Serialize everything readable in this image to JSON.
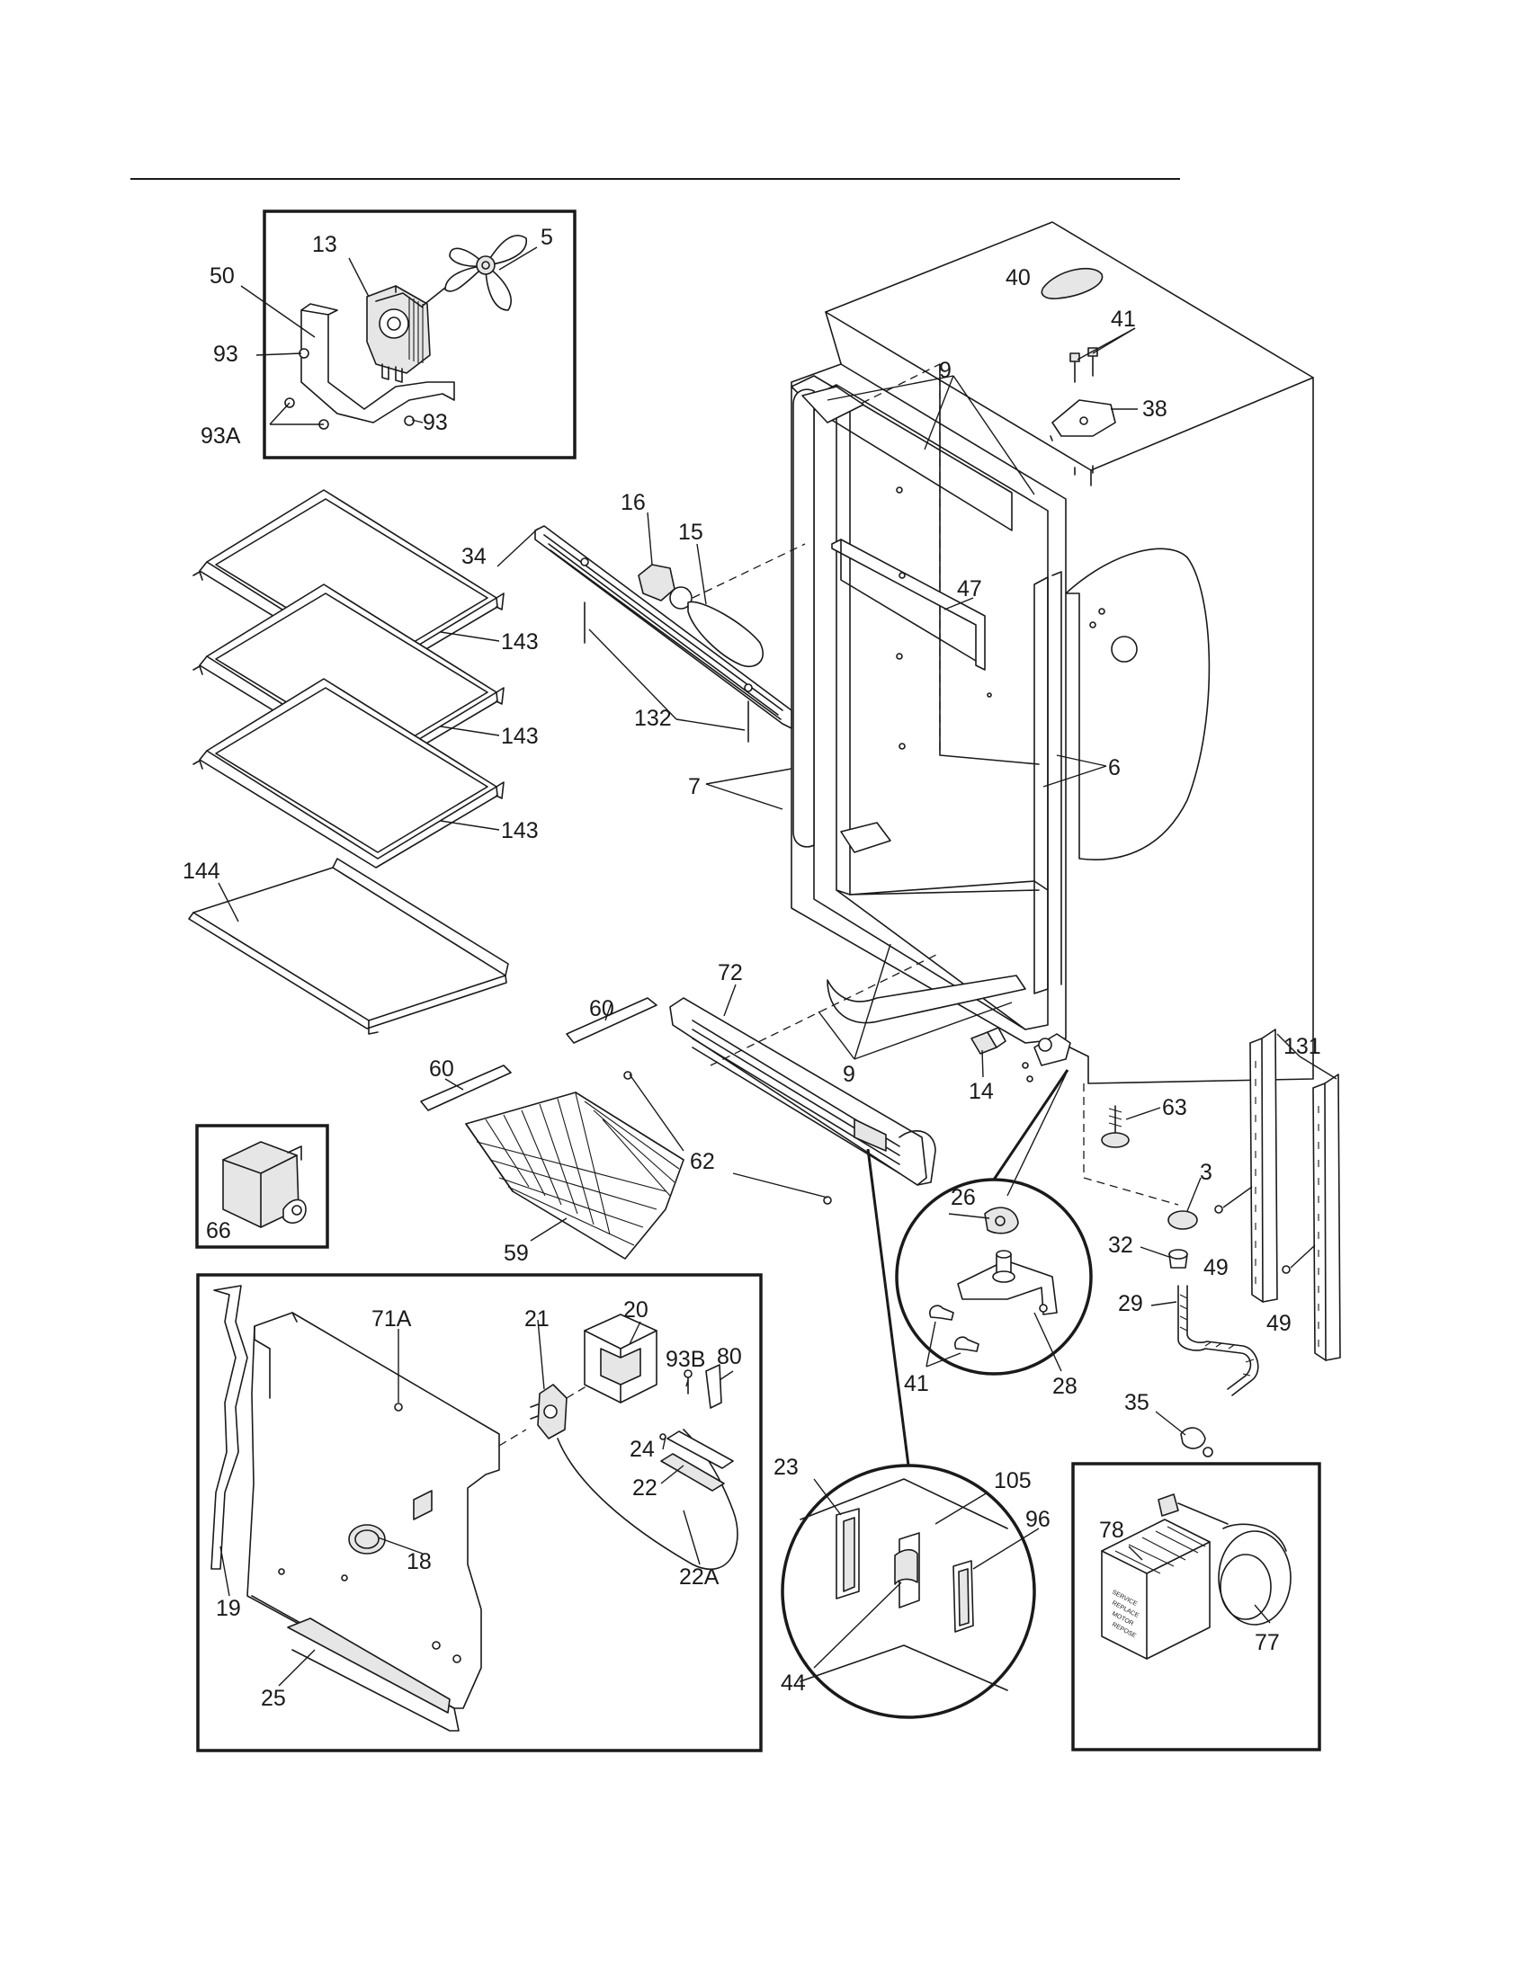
{
  "diagram": {
    "callouts": [
      "13",
      "5",
      "50",
      "93",
      "93A",
      "93",
      "40",
      "41",
      "9",
      "38",
      "16",
      "15",
      "34",
      "47",
      "143",
      "143",
      "143",
      "132",
      "7",
      "6",
      "144",
      "60",
      "72",
      "9",
      "60",
      "14",
      "63",
      "62",
      "131",
      "26",
      "3",
      "32",
      "66",
      "59",
      "29",
      "49",
      "49",
      "71A",
      "21",
      "20",
      "93B",
      "80",
      "24",
      "41",
      "28",
      "35",
      "22",
      "23",
      "105",
      "96",
      "78",
      "18",
      "19",
      "22A",
      "44",
      "77",
      "25"
    ],
    "label_text": [
      "SERVICE",
      "REPLACE",
      "MOTOR",
      "REPOSE"
    ]
  }
}
